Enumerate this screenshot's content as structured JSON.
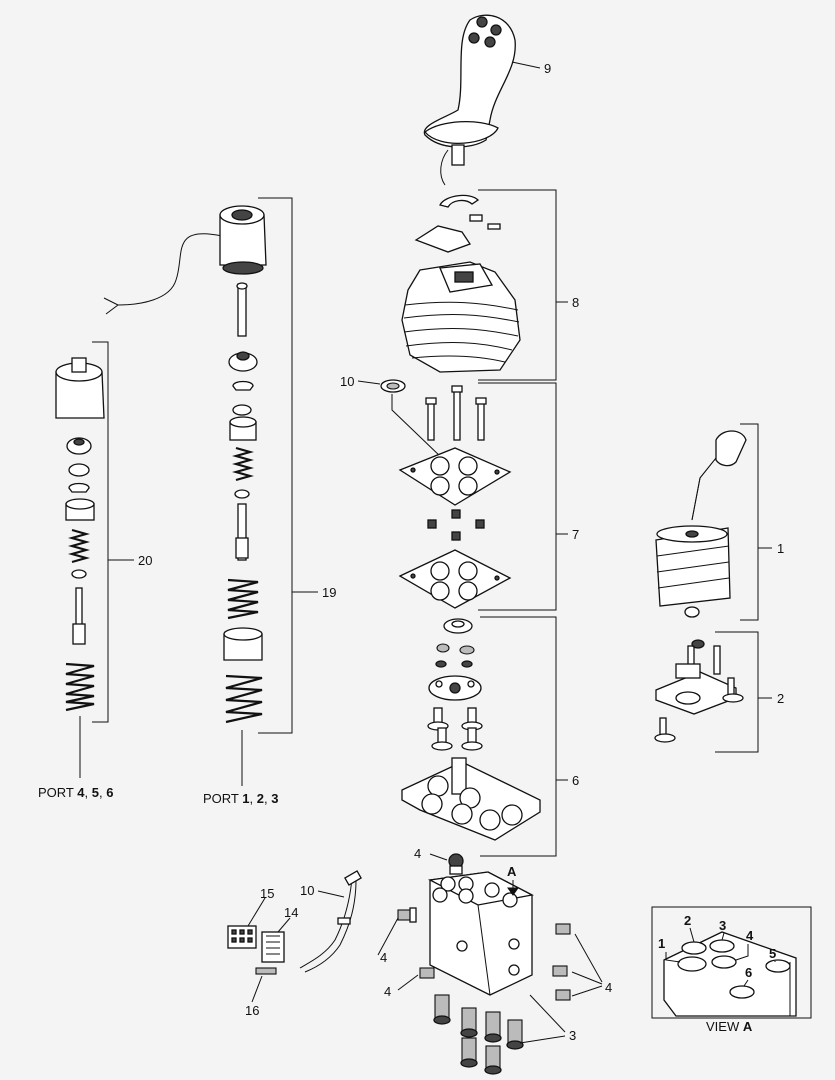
{
  "callouts": {
    "c1": "1",
    "c2": "2",
    "c3": "3",
    "c4a": "4",
    "c4b": "4",
    "c4c": "4",
    "c4d": "4",
    "c6": "6",
    "c7": "7",
    "c8": "8",
    "c9": "9",
    "c10a": "10",
    "c10b": "10",
    "c14": "14",
    "c15": "15",
    "c16": "16",
    "c19": "19",
    "c20": "20"
  },
  "ports": {
    "left": {
      "prefix": "PORT ",
      "n1": "4",
      "n2": "5",
      "n3": "6",
      "sep": ", "
    },
    "right": {
      "prefix": "PORT ",
      "n1": "1",
      "n2": "2",
      "n3": "3",
      "sep": ", "
    }
  },
  "view_a": {
    "label_prefix": "VIEW ",
    "label_letter": "A",
    "arrow_letter": "A",
    "ports": [
      "1",
      "2",
      "3",
      "4",
      "5",
      "6"
    ]
  },
  "colors": {
    "background": "#f4f4f4",
    "line": "#111111"
  }
}
